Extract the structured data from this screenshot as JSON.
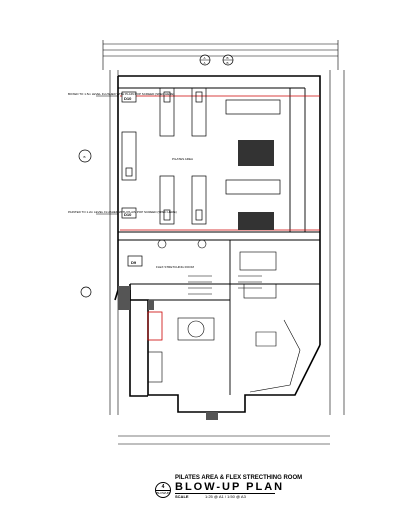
{
  "plan": {
    "area_label": "PILATES AREA",
    "stretch_label": "FLEX STRETCHING ROOM",
    "door_tags": [
      "D10",
      "D10",
      "D9"
    ],
    "section_markers": [
      {
        "number": "A",
        "sheet": "A"
      },
      {
        "number": "B",
        "sheet": "B"
      }
    ],
    "elevation_marker": "B",
    "left_notes": [
      "BOXED TO 1.5m LEVEL\nFLUSHED WITH PLAIN POP\nSCREED (SPEC HERE)",
      "PAINTED TO 1.2m LEVEL\nFLUSHED WITH PLAIN POP\nSCREED (SPEC HERE)"
    ]
  },
  "title_block": {
    "drawing_title": "PILATES AREA & FLEX STRECTHING ROOM",
    "heading": "BLOW-UP PLAN",
    "scale_label": "SCALE",
    "scale_value": "1:25 @ A1 / 1:50 @ A3",
    "callout_number": "4",
    "callout_sheet": "BLOWUP"
  },
  "colors": {
    "line": "#000000",
    "accent": "#cc0000",
    "hatch": "#555555"
  }
}
